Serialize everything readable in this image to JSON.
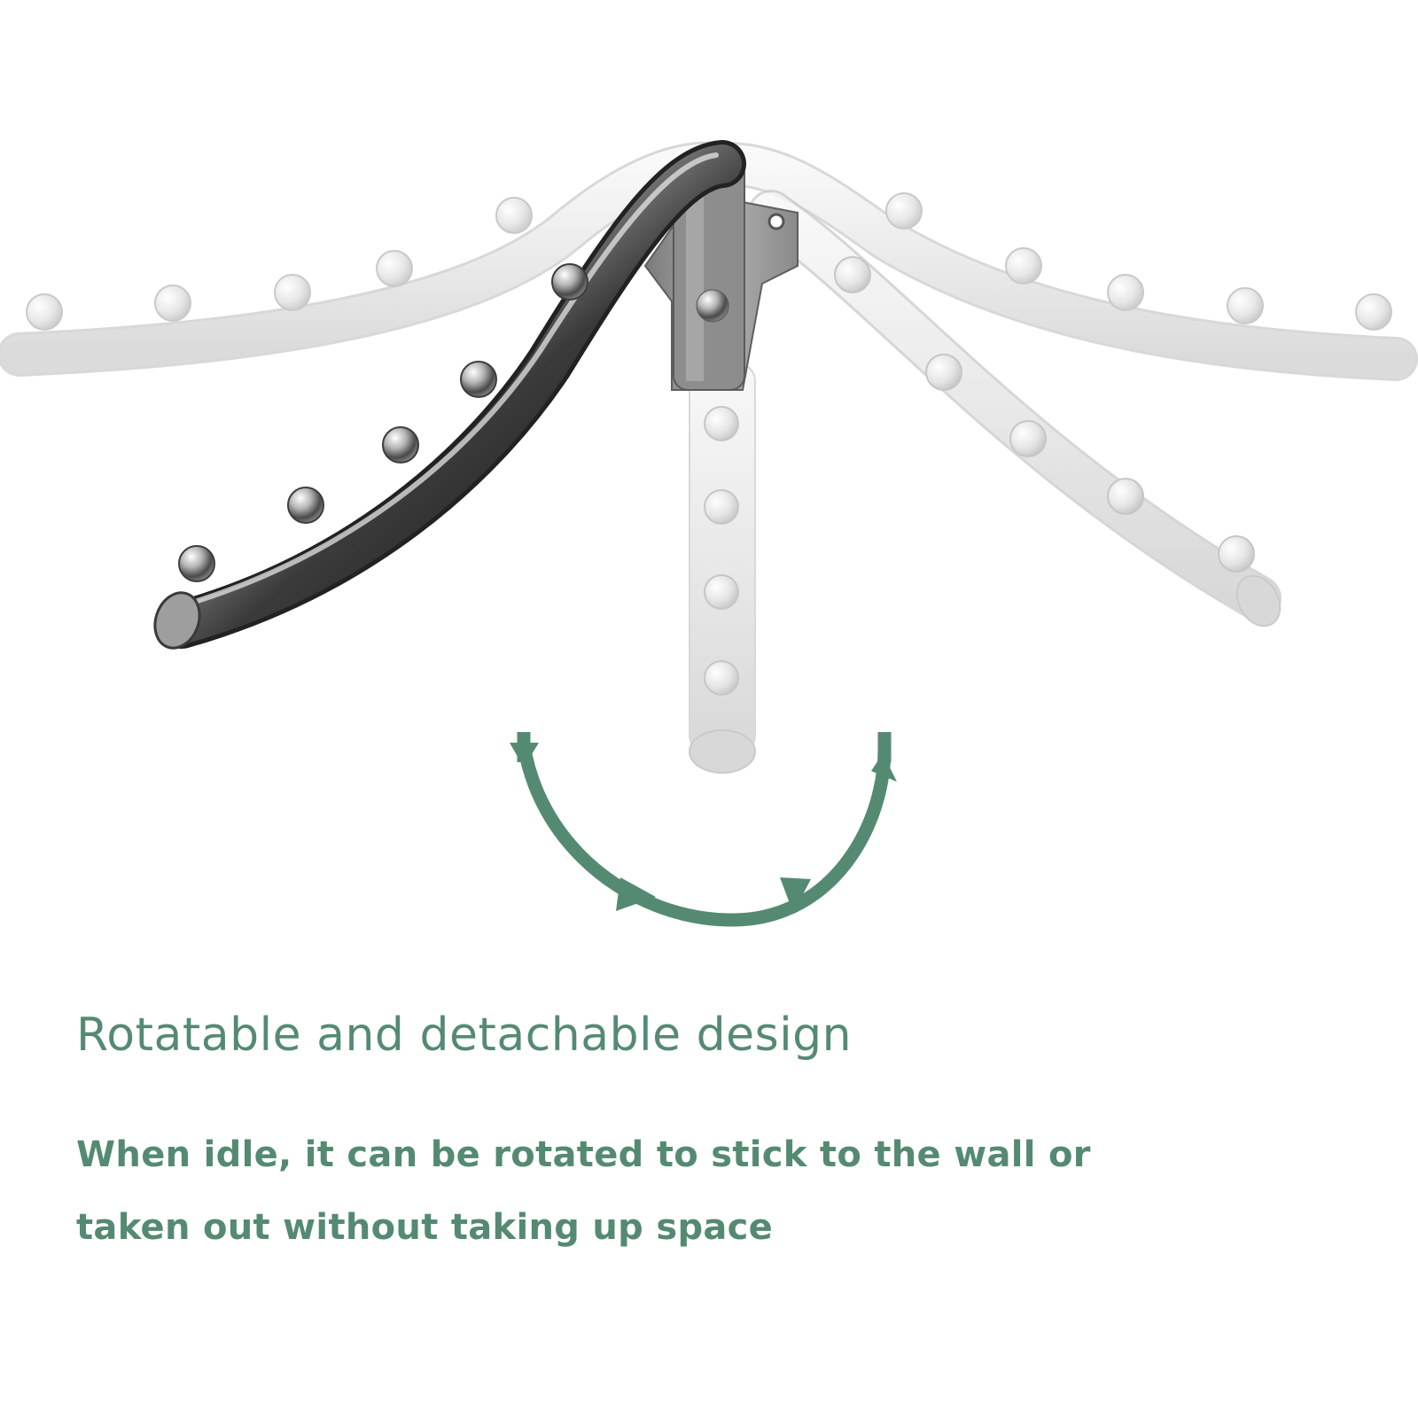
{
  "accent_color": "#558a72",
  "title": "Rotatable and detachable design",
  "subtitle_lines": [
    "When idle, it can be rotated to stick to the wall or",
    "taken out without taking up space"
  ],
  "icons": [
    "wall-mount-bracket-icon",
    "swing-arm-icon",
    "rotation-arrow-icon"
  ]
}
